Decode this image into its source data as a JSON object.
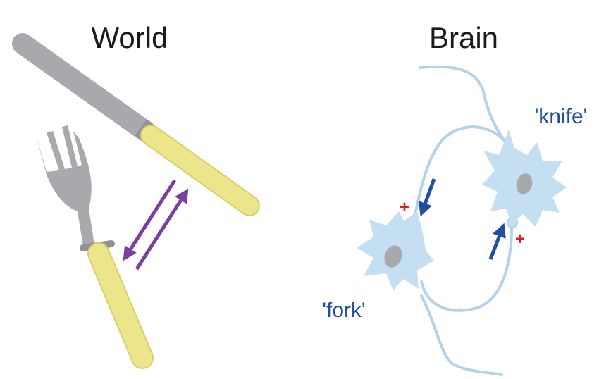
{
  "world": {
    "title": "World"
  },
  "brain": {
    "title": "Brain"
  },
  "neurons": {
    "fork": {
      "label": "'fork'"
    },
    "knife": {
      "label": "'knife'"
    }
  },
  "synapses": {
    "to_fork": {
      "sign": "+"
    },
    "to_knife": {
      "sign": "+"
    }
  },
  "colors": {
    "metal": "#a7a9ac",
    "handle": "#ede58a",
    "handle_outline": "#d9cf6a",
    "ferrule": "#8f9194",
    "association_arrow": "#7a3fa0",
    "neuron_fill": "#c4def2",
    "axon": "#b3d3ec",
    "nucleus": "#a8a9ab",
    "label_blue": "#1f4f9e",
    "plus_red": "#d4202a",
    "signal_arrow": "#1f4f9e"
  }
}
